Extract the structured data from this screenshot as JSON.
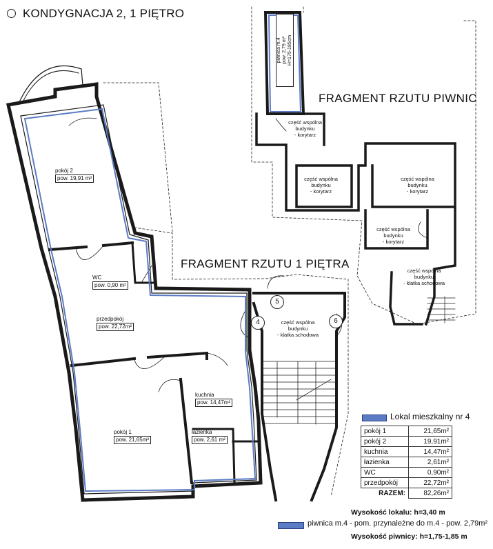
{
  "title": "KONDYGNACJA 2, 1 PIĘTRO",
  "headers": {
    "basement": "FRAGMENT RZUTU PIWNIC",
    "first_floor": "FRAGMENT RZUTU 1 PIĘTRA"
  },
  "rooms": {
    "pokoj2": {
      "name": "pokój 2",
      "area": "pow. 19,91 m²"
    },
    "wc": {
      "name": "WC",
      "area": "pow. 0,90 m²"
    },
    "przedpokoj": {
      "name": "przedpokój",
      "area": "pow. 22,72m²"
    },
    "kuchnia": {
      "name": "kuchnia",
      "area": "pow. 14,47m²"
    },
    "pokoj1": {
      "name": "pokój 1",
      "area": "pow. 21,65m²"
    },
    "lazienka": {
      "name": "łazienka",
      "area": "pow. 2,61 m²"
    },
    "stair1": {
      "l1": "część wspólna",
      "l2": "budynku",
      "l3": "- klatka schodowa"
    },
    "piwnica": {
      "l1": "piwnica m.4",
      "l2": "pow. 2,79 m²",
      "l3": "H=175-185cm"
    },
    "b_corr1": {
      "l1": "część wspólna",
      "l2": "budynku",
      "l3": "- korytarz"
    },
    "b_corr2": {
      "l1": "część wspólna",
      "l2": "budynku",
      "l3": "- korytarz"
    },
    "b_corr3": {
      "l1": "część wspólna",
      "l2": "budynku",
      "l3": "- korytarz"
    },
    "b_corr4": {
      "l1": "część wspólna",
      "l2": "budynku",
      "l3": "- korytarz"
    },
    "b_stair": {
      "l1": "część wspólna",
      "l2": "budynku",
      "l3": "- klatka schodowa"
    }
  },
  "flat_numbers": [
    "4",
    "5",
    "6"
  ],
  "summary": {
    "legend": "Lokal mieszkalny nr 4",
    "rows": [
      {
        "name": "pokój 1",
        "value": "21,65m²"
      },
      {
        "name": "pokój 2",
        "value": "19,91m²"
      },
      {
        "name": "kuchnia",
        "value": "14,47m²"
      },
      {
        "name": "łazienka",
        "value": "2,61m²"
      },
      {
        "name": "WC",
        "value": "0,90m²"
      },
      {
        "name": "przedpokój",
        "value": "22,72m²"
      }
    ],
    "total_label": "RAZEM:",
    "total_value": "82,26m²"
  },
  "notes": {
    "height": "Wysokość lokalu: h=3,40 m",
    "cellar": "piwnica m.4 - pom. przynależne do m.4 - pow. 2,79m²",
    "cellar_height": "Wysokość piwnicy: h=1,75-1,85 m"
  },
  "colors": {
    "highlight": "#5b7bc4",
    "wall": "#1a1a1a"
  }
}
